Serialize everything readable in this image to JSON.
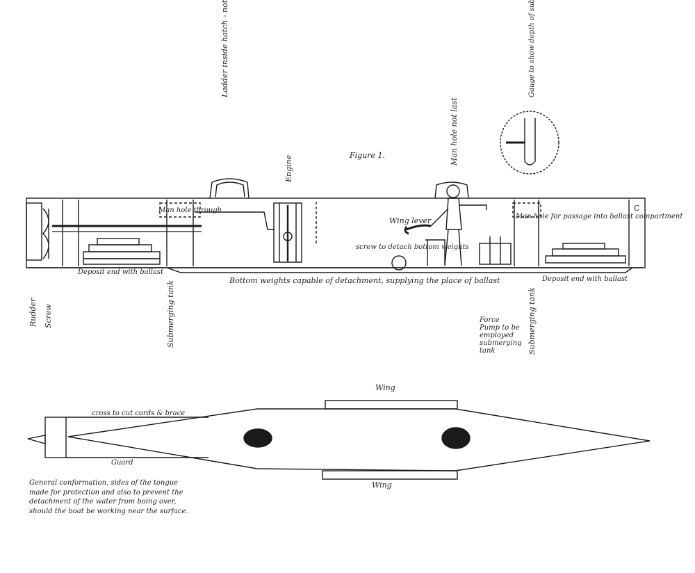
{
  "figure_label": "Figure 1.",
  "labels": {
    "hatch_note": "Ladder inside hatch - not last",
    "engine": "Engine",
    "manhole_note": "Man hole not last",
    "gauge_note": "Gauge to show depth of submersion & pressure of water",
    "manhole_rear": "Man hole through",
    "wing_lever": "Wing lever",
    "detach_note": "screw to detach bottom weights",
    "forward_manhole": "Man hole for passage into ballast compartment",
    "ballast_left": "Deposit end with ballast",
    "bottom_weights": "Bottom weights capable of detachment, supplying the place of ballast",
    "ballast_right": "Deposit end with ballast",
    "rudder": "Rudder",
    "screw": "Screw",
    "sub_tank_left": "Submerging tank",
    "force_pump": "Force Pump to be employed submerging tank",
    "sub_tank_right": "Submerging tank",
    "bow_letter": "C",
    "wing_top": "Wing",
    "wing_bottom": "Wing",
    "cross_note": "cross to cut cords & brace",
    "guard": "Guard",
    "notes": "General conformation, sides of the tongue made for protection and also to prevent the detachment of the water from boing over, should the boat be working near the surface."
  },
  "colors": {
    "ink": "#1a1a1a",
    "paper": "#ffffff"
  }
}
